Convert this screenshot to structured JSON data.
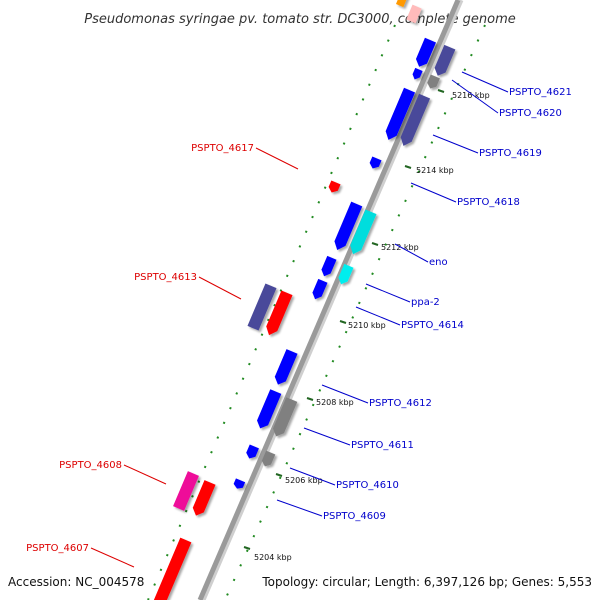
{
  "title": "Pseudomonas syringae pv. tomato str. DC3000, complete genome",
  "accession_text": "Accession: NC_004578",
  "topology_text": "Topology: circular; Length: 6,397,126 bp; Genes: 5,553",
  "colors": {
    "backbone": "#9a9a9a",
    "tick": "#228b22",
    "label_right": "#0000cc",
    "label_left": "#dd0000",
    "gene_blue": "#0000ff",
    "gene_slate": "#4a4a9a",
    "gene_gray": "#808080",
    "gene_cyan": "#00dddd",
    "gene_red": "#ff0000",
    "gene_magenta": "#ee1199",
    "gene_orange": "#ff9900",
    "gene_pink": "#ffbbbb"
  },
  "kbp_labels": [
    "5204 kbp",
    "5206 kbp",
    "5208 kbp",
    "5210 kbp",
    "5212 kbp",
    "5214 kbp",
    "5216 kbp"
  ],
  "gene_labels_right": [
    "PSPTO_4621",
    "PSPTO_4620",
    "PSPTO_4619",
    "PSPTO_4618",
    "eno",
    "ppa-2",
    "PSPTO_4614",
    "PSPTO_4612",
    "PSPTO_4611",
    "PSPTO_4610",
    "PSPTO_4609"
  ],
  "gene_labels_left": [
    "PSPTO_4617",
    "PSPTO_4613",
    "PSPTO_4608",
    "PSPTO_4607"
  ]
}
